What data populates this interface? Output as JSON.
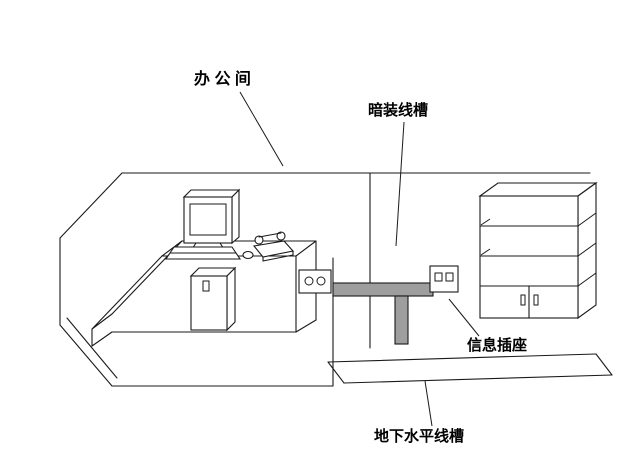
{
  "diagram": {
    "labels": {
      "office_room": "办 公 间",
      "concealed_duct": "暗装线槽",
      "info_socket": "信息插座",
      "underground_duct": "地下水平线槽"
    },
    "colors": {
      "line": "#1a1a1a",
      "duct_fill": "#9e9e9e",
      "background": "#ffffff"
    }
  }
}
